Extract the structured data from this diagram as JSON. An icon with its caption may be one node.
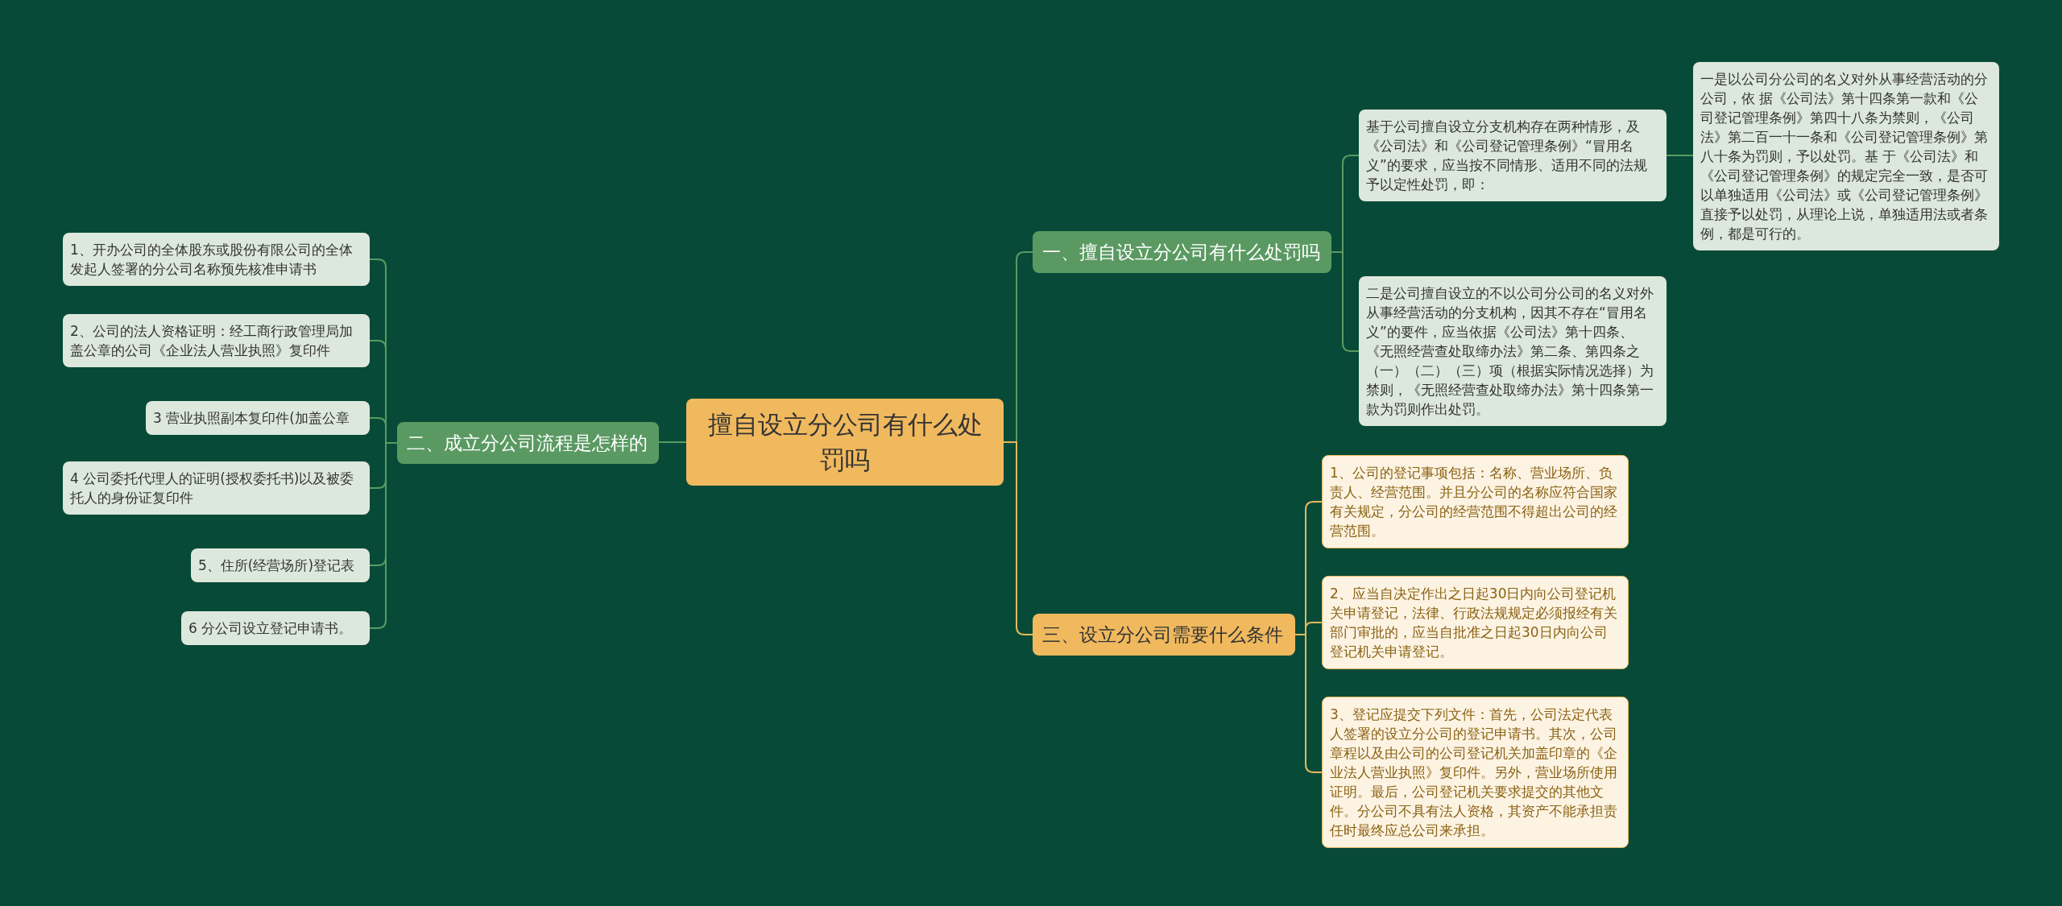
{
  "diagram": {
    "nodes": [
      {
        "text": [
          "擅自设立分公司有什么处罚吗"
        ]
      },
      {
        "text": [
          "一、擅自设立分公司有什么处罚吗"
        ]
      },
      {
        "text": [
          "基于公司擅自设立分支机构存在两种情形，及《公司法》和《公司登记管理条例》“冒用名义”的要求，应当按不同情形、适用不同的法规予以定性处罚，即："
        ]
      },
      {
        "text": [
          "一是以公司分公司的名义对外从事经营活动的分公司，依 据《公司法》第十四条第一款和《公司登记管理条例》第四十八条为禁则，《公司法》第二百一十一条和《公司登记管理条例》第八十条为罚则，予以处罚。基 于《公司法》和《公司登记管理条例》的规定完全一致，是否可以单独适用《公司法》或《公司登记管理条例》直接予以处罚，从理论上说，单独适用法或者条例，都是可行的。"
        ]
      },
      {
        "text": [
          "二是公司擅自设立的不以公司分公司的名义对外从事经营活动的分支机构，因其不存在“冒用名义”的要件，应当依据《公司法》第十四条、《无照经营查处取缔办法》第二条、第四条之（一）（二）（三）项（根据实际情况选择）为禁则，《无照经营查处取缔办法》第十四条第一款为罚则作出处罚。"
        ]
      },
      {
        "text": [
          "三、设立分公司需要什么条件"
        ]
      },
      {
        "text": [
          "1、公司的登记事项包括：名称、营业场所、负责人、经营范围。并且分公司的名称应符合国家有关规定，分公司的经营范围不得超出公司的经营范围。"
        ]
      },
      {
        "text": [
          "2、应当自决定作出之日起30日内向公司登记机关申请登记，法律、行政法规规定必须报经有关部门审批的，应当自批准之日起30日内向公司登记机关申请登记。"
        ]
      },
      {
        "text": [
          "3、登记应提交下列文件：首先，公司法定代表人签署的设立分公司的登记申请书。其次，公司章程以及由公司的公司登记机关加盖印章的《企业法人营业执照》复印件。另外，营业场所使用证明。最后，公司登记机关要求提交的其他文件。分公司不具有法人资格，其资产不能承担责任时最终应总公司来承担。"
        ]
      },
      {
        "text": [
          "二、成立分公司流程是怎样的"
        ]
      },
      {
        "text": [
          "1、开办公司的全体股东或股份有限公司的全体发起人签署的分公司名称预先核准申请书"
        ]
      },
      {
        "text": [
          "2、公司的法人资格证明：经工商行政管理局加盖公章的公司《企业法人营业执照》复印件"
        ]
      },
      {
        "text": [
          "3 营业执照副本复印件(加盖公章"
        ]
      },
      {
        "text": [
          "4 公司委托代理人的证明(授权委托书)以及被委托人的身份证复印件"
        ]
      },
      {
        "text": [
          "5、住所(经营场所)登记表"
        ]
      },
      {
        "text": [
          "6 分公司设立登记申请书。"
        ]
      }
    ],
    "edges": [
      {
        "from": 0,
        "to": 1,
        "arrow": "none"
      },
      {
        "from": 1,
        "to": 2,
        "arrow": "none"
      },
      {
        "from": 2,
        "to": 3,
        "arrow": "none"
      },
      {
        "from": 1,
        "to": 4,
        "arrow": "none"
      },
      {
        "from": 0,
        "to": 5,
        "arrow": "none",
        "color": "#e5b95a"
      },
      {
        "from": 5,
        "to": 6,
        "arrow": "none",
        "color": "#e5b95a"
      },
      {
        "from": 5,
        "to": 7,
        "arrow": "none",
        "color": "#e5b95a"
      },
      {
        "from": 5,
        "to": 8,
        "arrow": "none",
        "color": "#e5b95a"
      },
      {
        "from": 0,
        "to": 9,
        "arrow": "none"
      },
      {
        "from": 9,
        "to": 10,
        "arrow": "none"
      },
      {
        "from": 9,
        "to": 11,
        "arrow": "none"
      },
      {
        "from": 9,
        "to": 12,
        "arrow": "none"
      },
      {
        "from": 9,
        "to": 13,
        "arrow": "none"
      },
      {
        "from": 9,
        "to": 14,
        "arrow": "none"
      },
      {
        "from": 9,
        "to": 15,
        "arrow": "none"
      }
    ]
  }
}
